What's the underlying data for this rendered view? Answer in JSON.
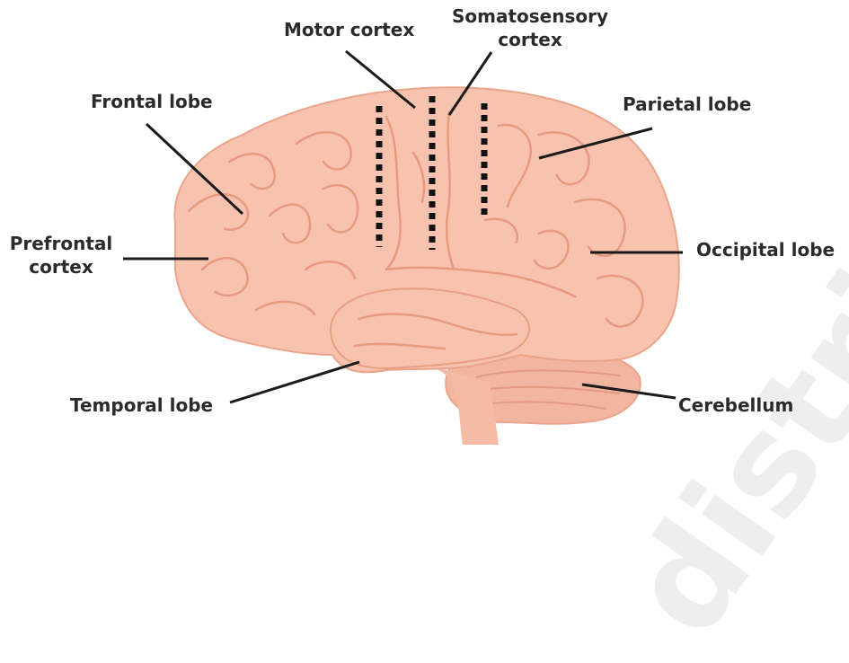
{
  "labels": {
    "motor_cortex": "Motor cortex",
    "somatosensory_line1": "Somatosensory",
    "somatosensory_line2": "cortex",
    "frontal_lobe": "Frontal lobe",
    "parietal_lobe": "Parietal lobe",
    "prefrontal_line1": "Prefrontal",
    "prefrontal_line2": "cortex",
    "occipital_lobe": "Occipital lobe",
    "temporal_lobe": "Temporal lobe",
    "cerebellum": "Cerebellum"
  },
  "watermark": "distribute",
  "colors": {
    "brain_fill": "#f8c3ae",
    "brain_fold": "#e79a80",
    "cerebellum_fill": "#f2b59f",
    "leader_line": "#1a1a1a",
    "dotted_line": "#111111"
  }
}
